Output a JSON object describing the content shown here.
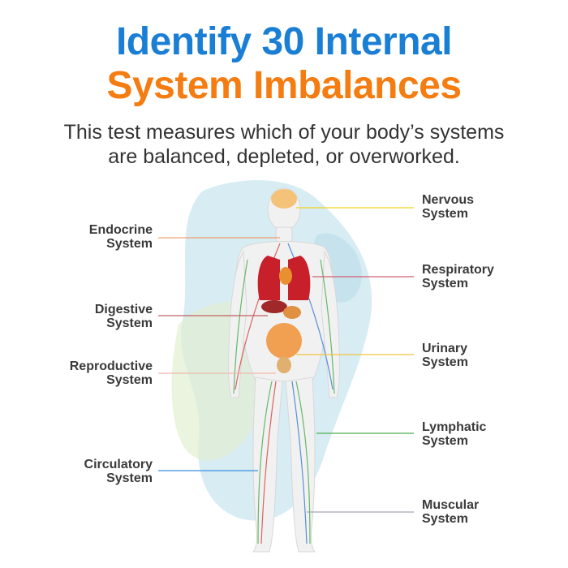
{
  "header": {
    "title_line1": "Identify 30 Internal",
    "title_line2": "System Imbalances",
    "subtitle_line1": "This test measures which of your body’s systems",
    "subtitle_line2": "are balanced, depleted, or overworked."
  },
  "colors": {
    "title_blue": "#1a7fd4",
    "title_orange": "#f57c10",
    "nervous": "#f2d21b",
    "endocrine": "#f0a070",
    "respiratory": "#d06070",
    "digestive": "#c06060",
    "urinary": "#f2c43c",
    "reproductive": "#f0b8a8",
    "lymphatic": "#4caf50",
    "circulatory": "#3b8fe0",
    "muscular": "#a0a8b0"
  },
  "labels": {
    "nervous": {
      "line1": "Nervous",
      "line2": "System"
    },
    "endocrine": {
      "line1": "Endocrine",
      "line2": "System"
    },
    "respiratory": {
      "line1": "Respiratory",
      "line2": "System"
    },
    "digestive": {
      "line1": "Digestive",
      "line2": "System"
    },
    "urinary": {
      "line1": "Urinary",
      "line2": "System"
    },
    "reproductive": {
      "line1": "Reproductive",
      "line2": "System"
    },
    "lymphatic": {
      "line1": "Lymphatic",
      "line2": "System"
    },
    "circulatory": {
      "line1": "Circulatory",
      "line2": "System"
    },
    "muscular": {
      "line1": "Muscular",
      "line2": "System"
    }
  }
}
